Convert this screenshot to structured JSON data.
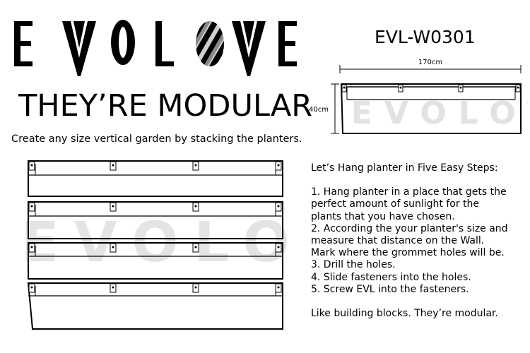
{
  "brand": {
    "logo_text": "EVOLOVE",
    "logo_icon": "striped-heart-icon"
  },
  "headline": "THEY’RE MODULAR",
  "tagline": "Create any size vertical garden by stacking the planters.",
  "model_code": "EVL-W0301",
  "dimensions": {
    "width_label": "170cm",
    "height_label": "40cm"
  },
  "instructions": {
    "title": "Let’s Hang planter in Five Easy Steps:",
    "step1_line1": "1. Hang planter in a place that gets the",
    "step1_line2": "perfect amount of sunlight for the",
    "step1_line3": "plants that you have chosen.",
    "step2_line1": "2. According the your planter's size and",
    "step2_line2": "measure that distance on the Wall.",
    "step2_line3": "Mark where the grommet holes will be.",
    "step3": "3. Drill the holes.",
    "step4": "4. Slide fasteners into the holes.",
    "step5": "5. Screw EVL into the fasteners.",
    "closing": "Like building blocks. They’re modular."
  }
}
